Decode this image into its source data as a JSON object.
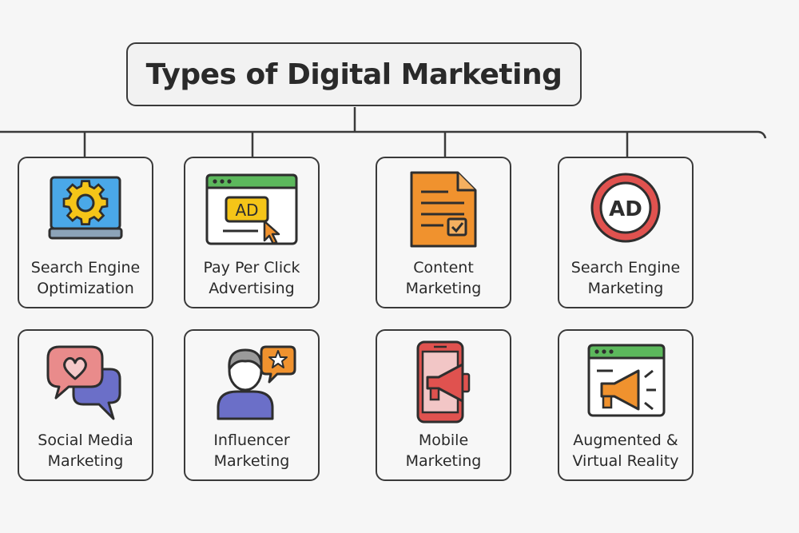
{
  "title": "Types of Digital Marketing",
  "cards": [
    {
      "line1": "Search Engine",
      "line2": "Optimization",
      "icon": "seo-gear-laptop-icon"
    },
    {
      "line1": "Pay Per Click",
      "line2": "Advertising",
      "icon": "ppc-ad-browser-icon"
    },
    {
      "line1": "Content",
      "line2": "Marketing",
      "icon": "content-document-icon"
    },
    {
      "line1": "Search Engine",
      "line2": "Marketing",
      "icon": "ad-badge-icon"
    },
    {
      "line1": "Social Media",
      "line2": "Marketing",
      "icon": "chat-bubbles-heart-icon"
    },
    {
      "line1": "Influencer",
      "line2": "Marketing",
      "icon": "person-star-icon"
    },
    {
      "line1": "Mobile",
      "line2": "Marketing",
      "icon": "phone-megaphone-icon"
    },
    {
      "line1": "Augmented &",
      "line2": "Virtual Reality",
      "icon": "browser-megaphone-icon"
    }
  ],
  "icon_text": {
    "ad": "AD"
  },
  "colors": {
    "border": "#3a3a3a",
    "blue": "#4aa8e8",
    "yellow": "#f5c518",
    "green": "#5cb85c",
    "orange": "#f0922e",
    "red": "#e0524f",
    "purple": "#6b6fc8",
    "pink": "#e98b8b"
  }
}
